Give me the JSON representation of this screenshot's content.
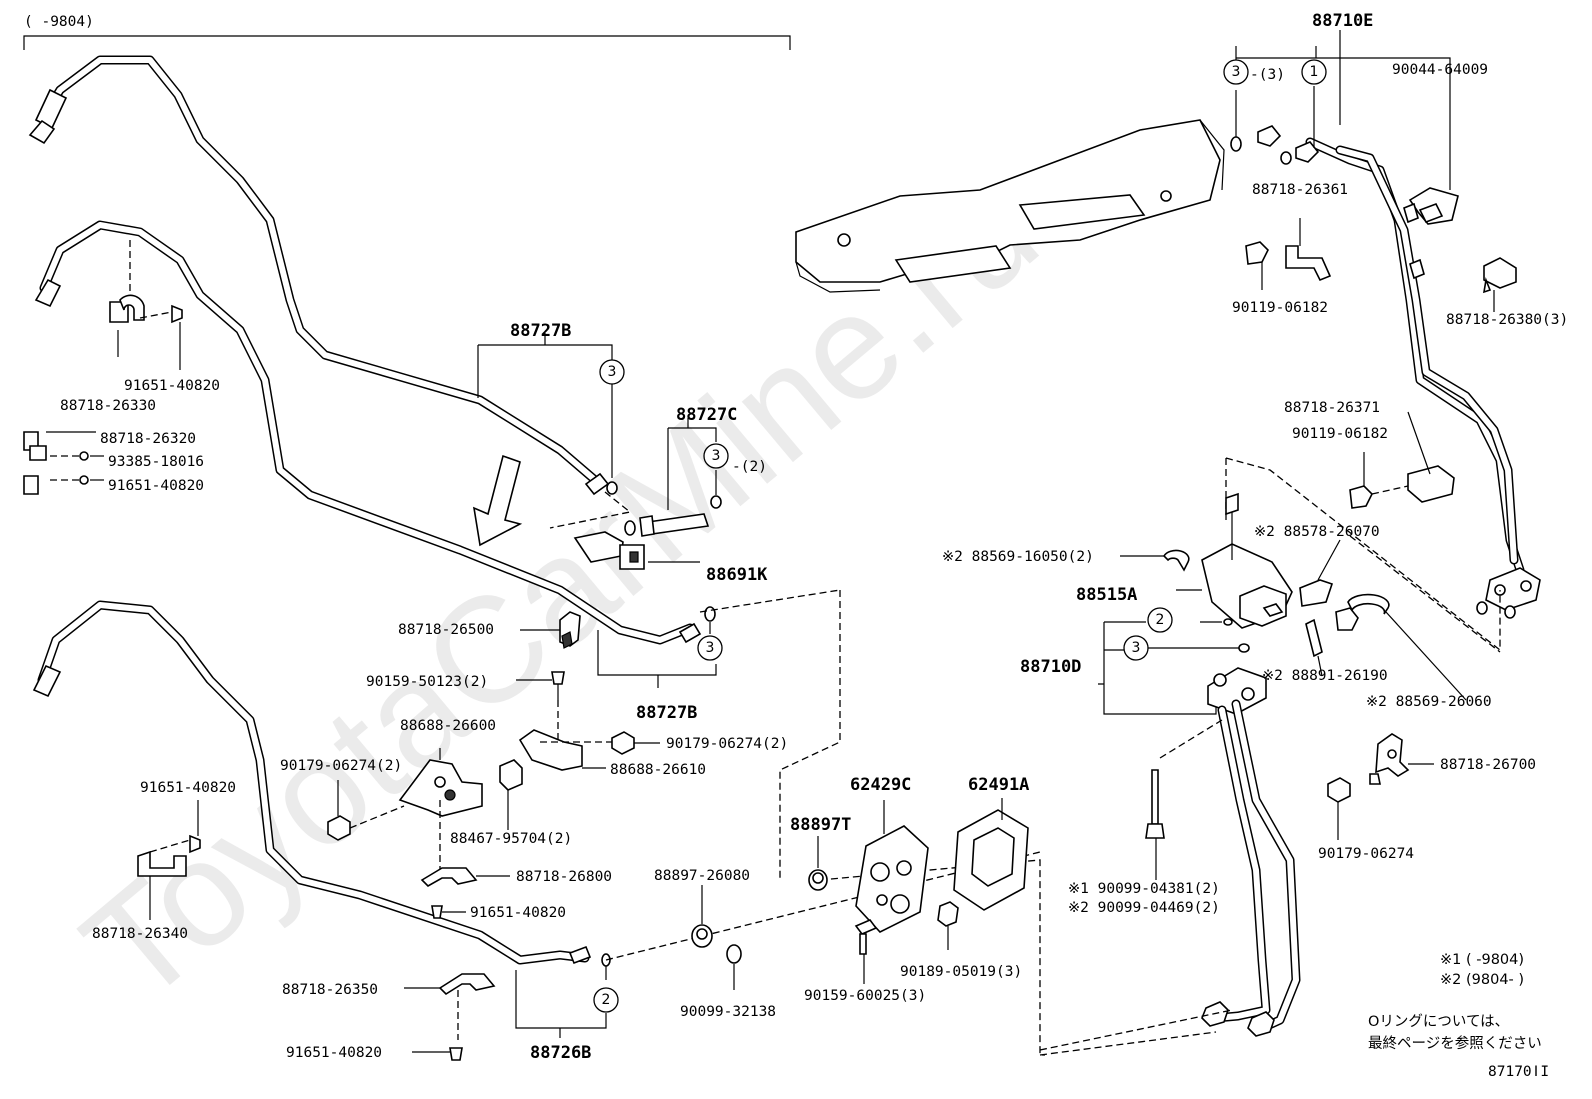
{
  "header_range": "(    -9804)",
  "watermark_text": "ToyotaCarMine.ru",
  "diagram_id": "87170ǀI",
  "legend": {
    "note1": "※1 (    -9804)",
    "note2": "※2 (9804-    )",
    "oring_line1": "Oリングについては、",
    "oring_line2": "最終ページを参照ください"
  },
  "labels": {
    "l88710E": "88710E",
    "l90044_64009": "90044-64009",
    "l3_3": "-(3)",
    "l88718_26361": "88718-26361",
    "l90119_06182a": "90119-06182",
    "l88718_26380": "88718-26380(3)",
    "l88718_26371": "88718-26371",
    "l90119_06182b": "90119-06182",
    "l88578_26070": "※2 88578-26070",
    "l88569_16050": "※2 88569-16050(2)",
    "l88515A": "88515A",
    "l88710D": "88710D",
    "l88891_26190": "※2 88891-26190",
    "l88569_26060": "※2 88569-26060",
    "l88718_26700": "88718-26700",
    "l90179_06274c": "90179-06274",
    "l90099_04381": "※1 90099-04381(2)",
    "l90099_04469": "※2 90099-04469(2)",
    "l88727B_top": "88727B",
    "l88727C": "88727C",
    "l3_2": "-(2)",
    "l88691K": "88691K",
    "l88718_26330": "88718-26330",
    "l91651_40820a": "91651-40820",
    "l88718_26320": "88718-26320",
    "l93385_18016": "93385-18016",
    "l91651_40820b": "91651-40820",
    "l88718_26500": "88718-26500",
    "l90159_50123": "90159-50123(2)",
    "l88727B_bot": "88727B",
    "l88688_26600": "88688-26600",
    "l90179_06274a": "90179-06274(2)",
    "l90179_06274b": "90179-06274(2)",
    "l88688_26610": "88688-26610",
    "l91651_40820c": "91651-40820",
    "l88467_95704": "88467-95704(2)",
    "l88718_26800": "88718-26800",
    "l91651_40820d": "91651-40820",
    "l88718_26340": "88718-26340",
    "l62429C": "62429C",
    "l62491A": "62491A",
    "l88897T": "88897T",
    "l88897_26080": "88897-26080",
    "l90189_05019": "90189-05019(3)",
    "l90159_60025": "90159-60025(3)",
    "l90099_32138": "90099-32138",
    "l88718_26350": "88718-26350",
    "l91651_40820e": "91651-40820",
    "l88726B": "88726B"
  },
  "circle_refs": {
    "c3_top": "3",
    "c1_top": "1",
    "c3_88727B": "3",
    "c3_88727C": "3",
    "c3_mid": "3",
    "c2_88515": "2",
    "c3_88515": "3",
    "c2_bot": "2"
  }
}
